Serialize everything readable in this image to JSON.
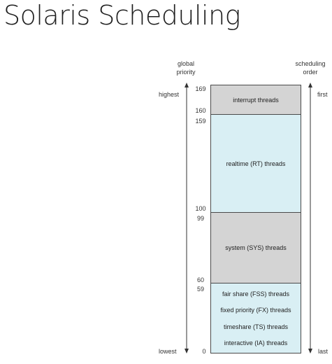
{
  "title": "Solaris Scheduling",
  "left_header": [
    "global",
    "priority"
  ],
  "right_header": [
    "scheduling",
    "order"
  ],
  "left_labels": {
    "top": "highest",
    "bottom": "lowest"
  },
  "right_labels": {
    "top": "first",
    "bottom": "last"
  },
  "priority_numbers": {
    "n169": "169",
    "n160": "160",
    "n159": "159",
    "n100": "100",
    "n99": "99",
    "n60": "60",
    "n59": "59",
    "n0": "0"
  },
  "blocks": {
    "interrupt": {
      "label": "interrupt threads",
      "color": "#d4d4d4"
    },
    "realtime": {
      "label": "realtime (RT) threads",
      "color": "#d9eff4"
    },
    "system": {
      "label": "system (SYS) threads",
      "color": "#d4d4d4"
    },
    "timeshare_group": {
      "color": "#d9eff4",
      "labels": [
        "fair share (FSS) threads",
        "fixed priority (FX) threads",
        "timeshare (TS) threads",
        "interactive (IA) threads"
      ]
    }
  }
}
